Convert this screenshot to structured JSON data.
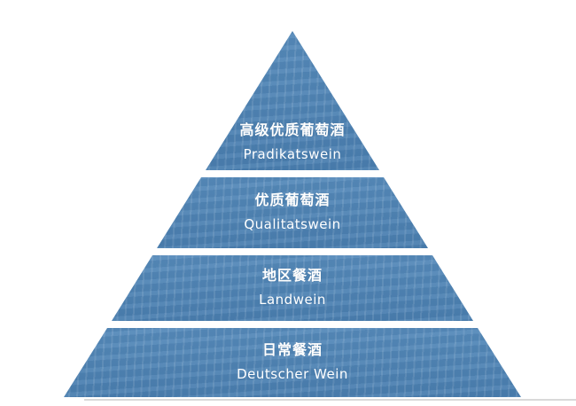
{
  "diagram": {
    "type": "pyramid",
    "subject": "German wine classification pyramid",
    "tiers": [
      {
        "zh": "高级优质葡萄酒",
        "latin": "Pradikatswein"
      },
      {
        "zh": "优质葡萄酒",
        "latin": "Qualitatswein"
      },
      {
        "zh": "地区餐酒",
        "latin": "Landwein"
      },
      {
        "zh": "日常餐酒",
        "latin": "Deutscher Wein"
      }
    ],
    "colors": {
      "pyramid_blue": "#4c83b6",
      "text": "#ffffff",
      "background": "#ffffff",
      "divider": "#d9d9d9"
    }
  }
}
